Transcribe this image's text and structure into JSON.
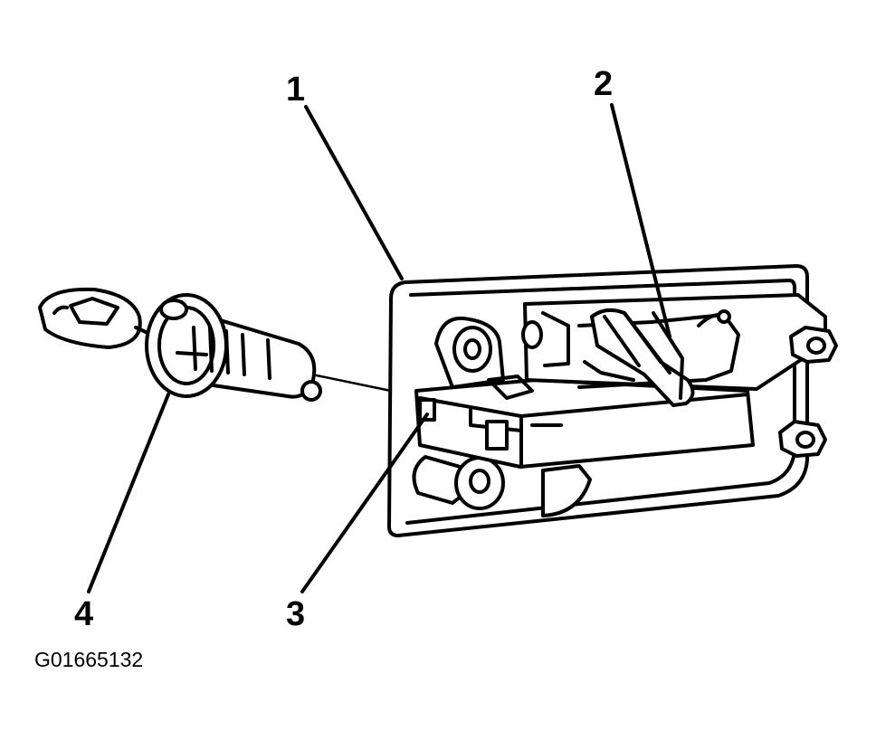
{
  "callouts": {
    "c1": "1",
    "c2": "2",
    "c3": "3",
    "c4": "4"
  },
  "figure_id": "G01665132",
  "colors": {
    "line": "#000000",
    "background": "#ffffff"
  }
}
